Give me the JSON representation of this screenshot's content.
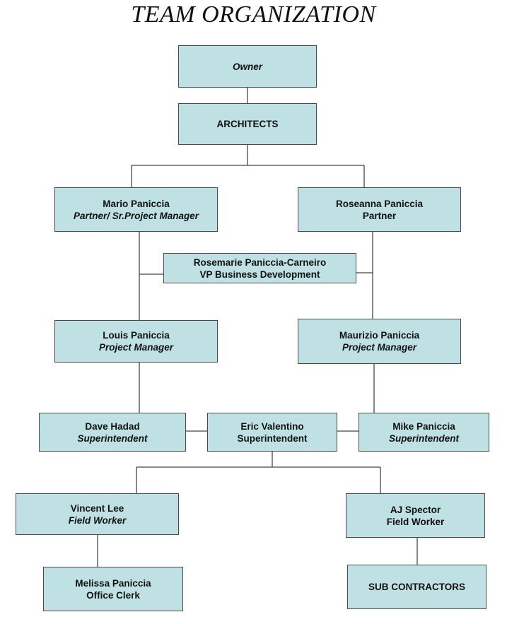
{
  "title": "TEAM ORGANIZATION",
  "colors": {
    "box_fill": "#bfe1e4",
    "box_border": "#4a4a4a",
    "line": "#444444"
  },
  "nodes": {
    "owner": {
      "name": "",
      "role": "Owner"
    },
    "architects": {
      "name": "ARCHITECTS",
      "role": ""
    },
    "mario": {
      "name": "Mario Paniccia",
      "role": "Partner/ Sr.Project Manager"
    },
    "roseanna": {
      "name": "Roseanna Paniccia",
      "role": "Partner"
    },
    "rosemarie": {
      "name": "Rosemarie Paniccia-Carneiro",
      "role": "VP Business Development"
    },
    "louis": {
      "name": "Louis Paniccia",
      "role": "Project Manager"
    },
    "maurizio": {
      "name": "Maurizio Paniccia",
      "role": "Project Manager"
    },
    "dave": {
      "name": "Dave Hadad",
      "role": "Superintendent"
    },
    "eric": {
      "name": "Eric Valentino",
      "role": "Superintendent"
    },
    "mike": {
      "name": "Mike Paniccia",
      "role": "Superintendent"
    },
    "vincent": {
      "name": "Vincent Lee",
      "role": "Field Worker"
    },
    "aj": {
      "name": "AJ Spector",
      "role": "Field Worker"
    },
    "melissa": {
      "name": "Melissa Paniccia",
      "role": "Office Clerk"
    },
    "subs": {
      "name": "SUB CONTRACTORS",
      "role": ""
    }
  }
}
